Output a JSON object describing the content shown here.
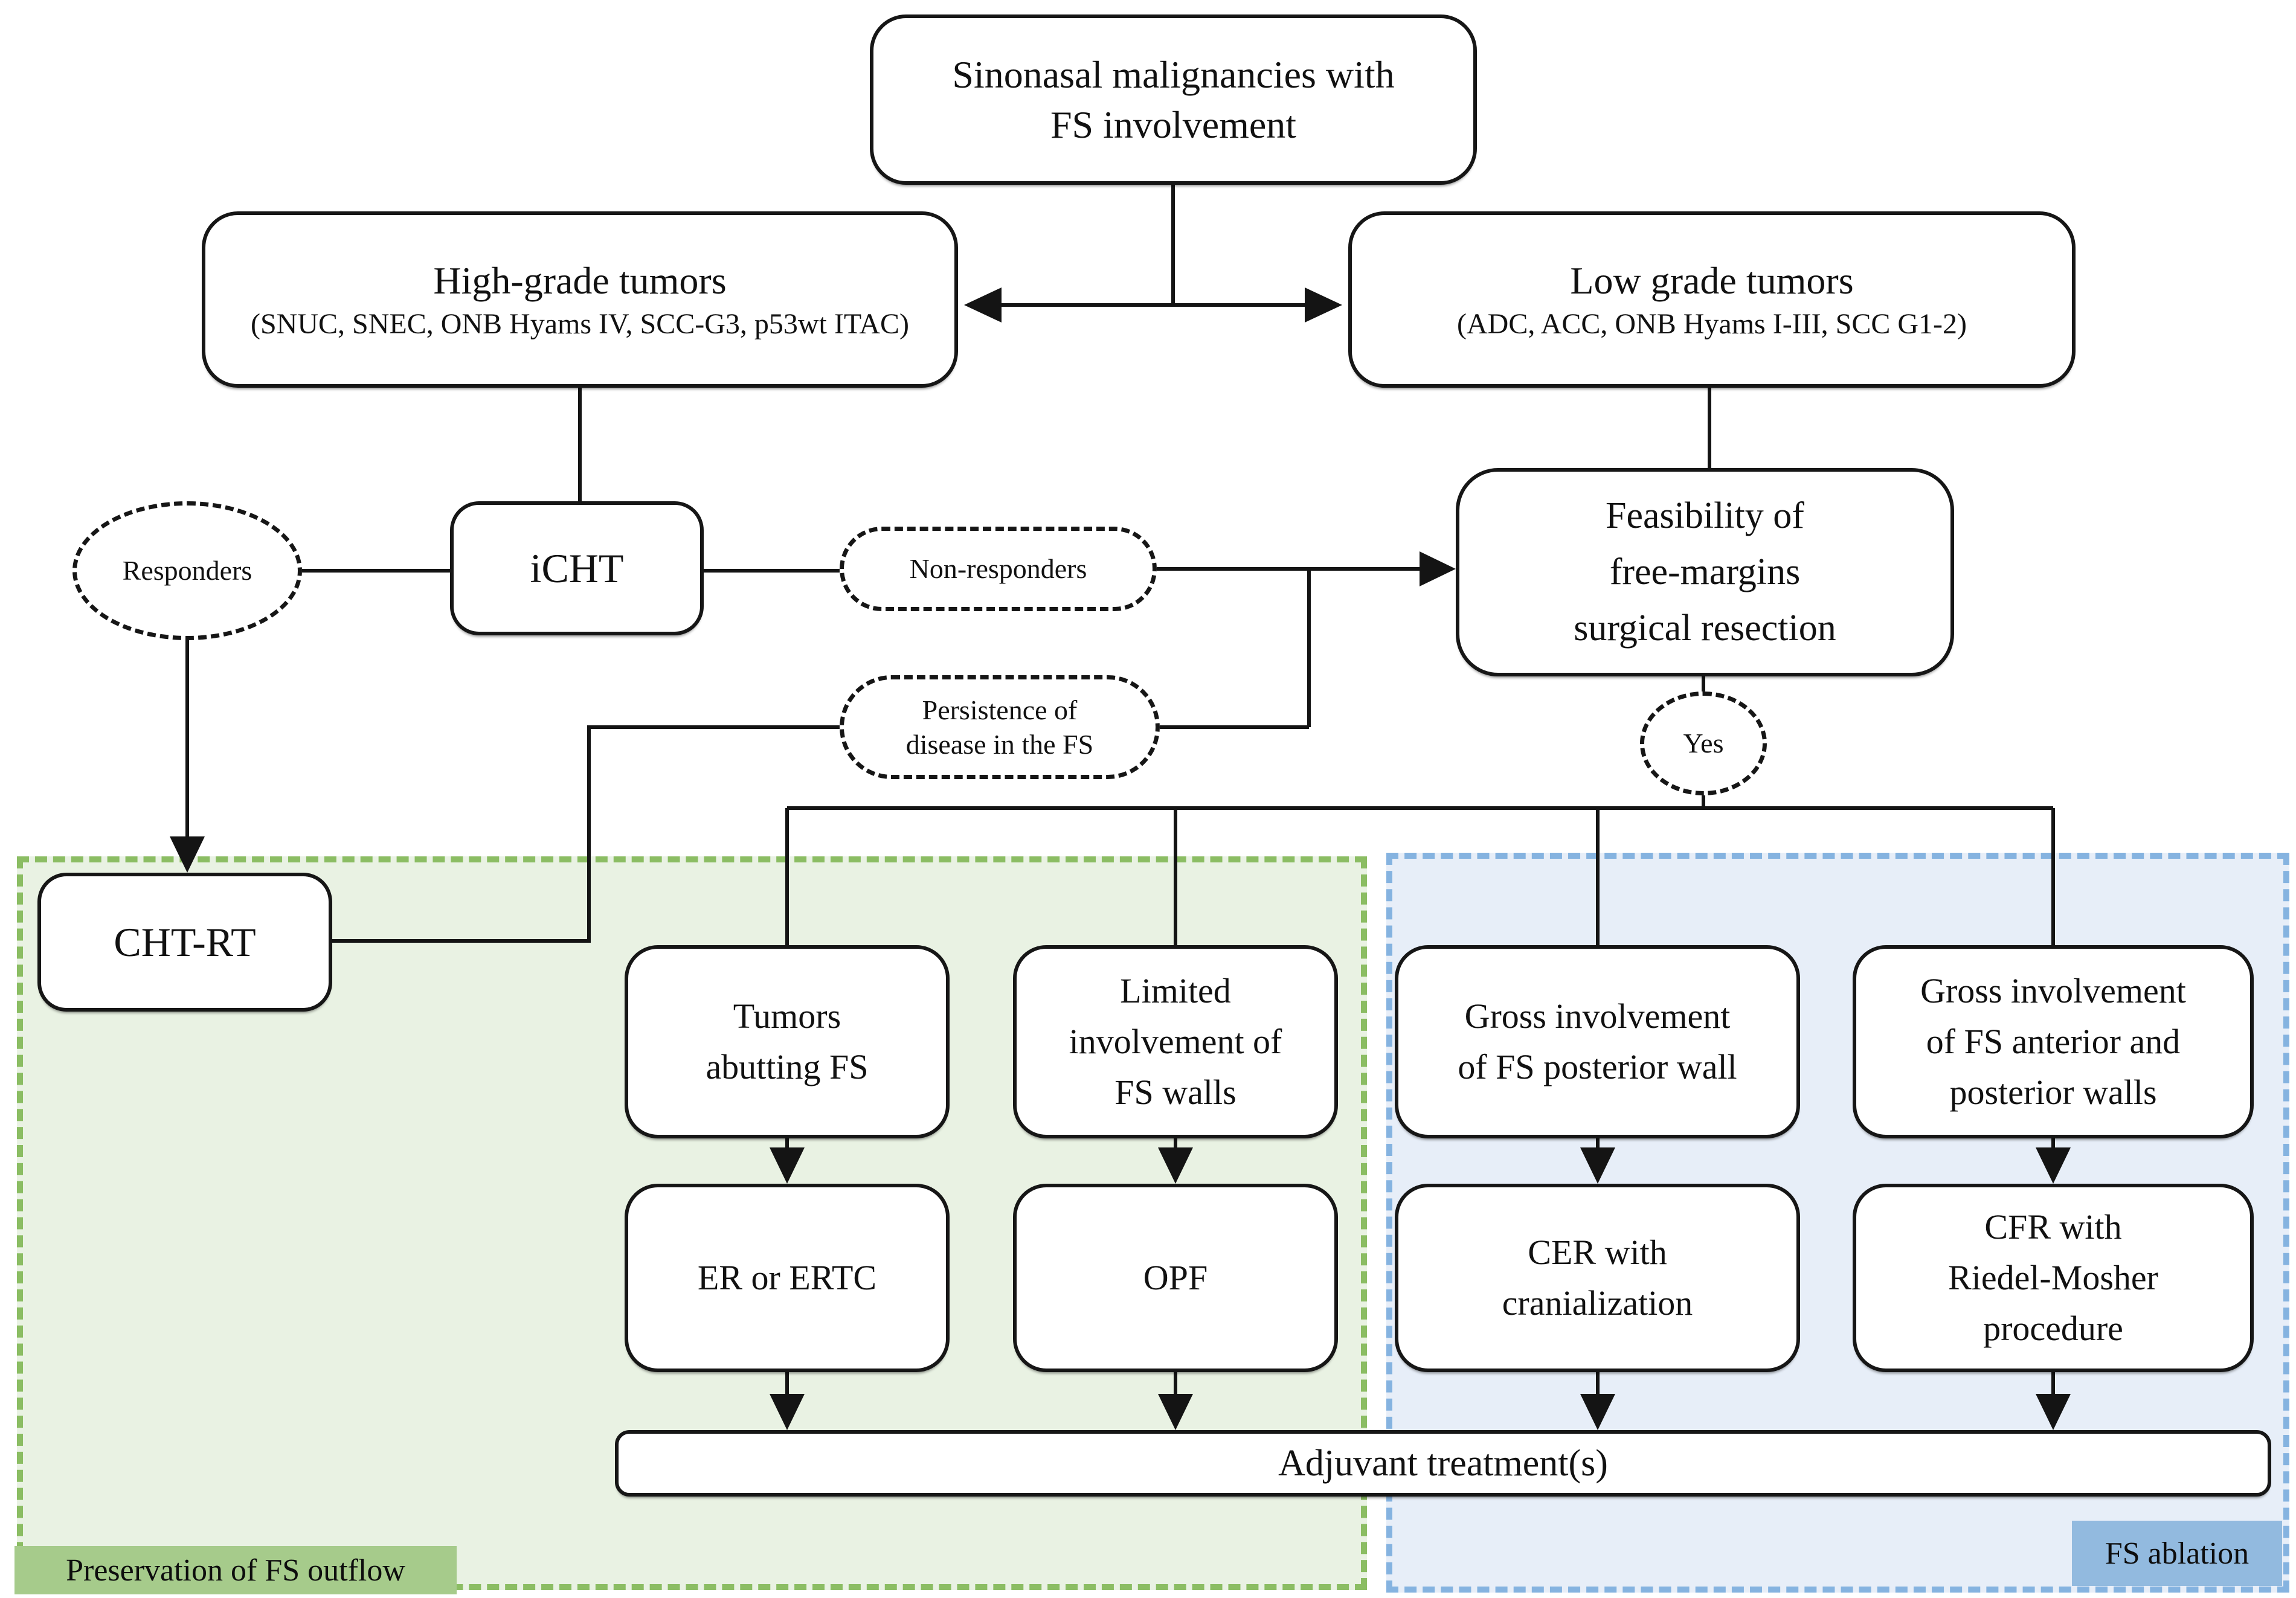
{
  "diagram": {
    "nodes": {
      "root": {
        "lines": [
          "Sinonasal malignancies with",
          "FS involvement"
        ]
      },
      "high_grade": {
        "title": "High-grade tumors",
        "subtitle": "(SNUC, SNEC, ONB Hyams IV, SCC-G3, p53wt ITAC)"
      },
      "low_grade": {
        "title": "Low grade tumors",
        "subtitle": "(ADC, ACC, ONB Hyams I-III, SCC G1-2)"
      },
      "icht": {
        "label": "iCHT"
      },
      "responders": {
        "label": "Responders"
      },
      "non_responders": {
        "label": "Non-responders"
      },
      "persistence": {
        "lines": [
          "Persistence of",
          "disease in the FS"
        ]
      },
      "feasibility": {
        "lines": [
          "Feasibility of",
          "free-margins",
          "surgical resection"
        ]
      },
      "yes": {
        "label": "Yes"
      },
      "cht_rt": {
        "label": "CHT-RT"
      },
      "tumors_abutting": {
        "lines": [
          "Tumors",
          "abutting FS"
        ]
      },
      "limited_involvement": {
        "lines": [
          "Limited",
          "involvement of",
          "FS walls"
        ]
      },
      "gross_posterior": {
        "lines": [
          "Gross involvement",
          "of FS posterior wall"
        ]
      },
      "gross_ant_post": {
        "lines": [
          "Gross involvement",
          "of FS anterior and",
          "posterior walls"
        ]
      },
      "er_ertc": {
        "label": "ER or ERTC"
      },
      "opf": {
        "label": "OPF"
      },
      "cer": {
        "lines": [
          "CER with",
          "cranialization"
        ]
      },
      "cfr": {
        "lines": [
          "CFR with",
          "Riedel-Mosher",
          "procedure"
        ]
      },
      "adjuvant": {
        "label": "Adjuvant treatment(s)"
      }
    },
    "regions": {
      "preservation": {
        "label": "Preservation of FS outflow",
        "fill": "#e9f2e3",
        "border": "#8bbd63",
        "label_bg": "#a6cb8b"
      },
      "ablation": {
        "label": "FS ablation",
        "fill": "#e7eef8",
        "border": "#85b3e0",
        "label_bg": "#92badf"
      }
    },
    "line_color": "#141414"
  }
}
